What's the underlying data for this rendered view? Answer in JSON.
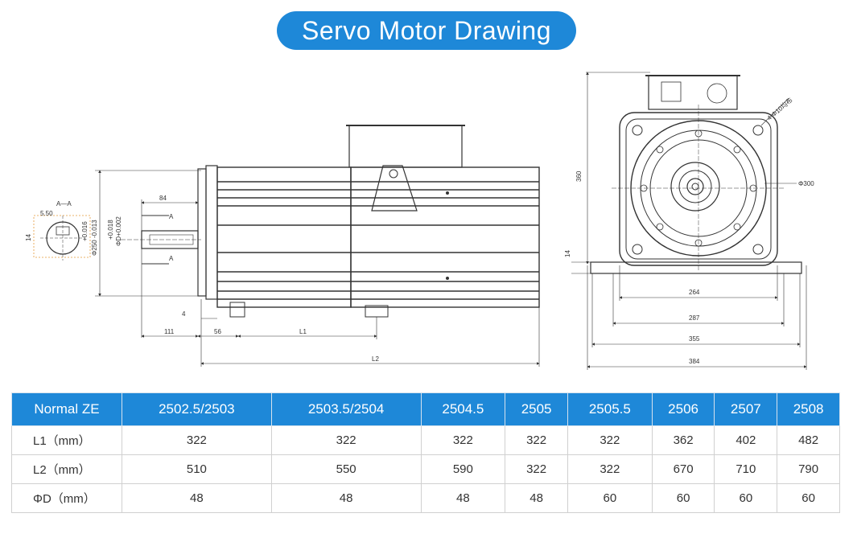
{
  "title": "Servo Motor Drawing",
  "drawing": {
    "section_label": "A—A",
    "dims": {
      "d550": "5.50",
      "d14a": "14",
      "tol1": "+0.016",
      "tol2": "-0.013",
      "dia250": "Φ250 -0.013",
      "shaft_tol": "+0.018",
      "shaft_dia": "ΦD+0.002",
      "d84": "84",
      "markA": "A",
      "d4": "4",
      "d111": "111",
      "d56": "56",
      "L1": "L1",
      "L2": "L2",
      "d360": "360",
      "d14b": "14",
      "holes": "4-Φ10均布",
      "dia300": "Φ300",
      "d264": "264",
      "d287": "287",
      "d355": "355",
      "d384": "384"
    }
  },
  "table": {
    "headers": [
      "Normal ZE",
      "2502.5/2503",
      "2503.5/2504",
      "2504.5",
      "2505",
      "2505.5",
      "2506",
      "2507",
      "2508"
    ],
    "rows": [
      [
        "L1（mm）",
        "322",
        "322",
        "322",
        "322",
        "322",
        "362",
        "402",
        "482"
      ],
      [
        "L2（mm）",
        "510",
        "550",
        "590",
        "322",
        "322",
        "670",
        "710",
        "790"
      ],
      [
        "ΦD（mm）",
        "48",
        "48",
        "48",
        "48",
        "60",
        "60",
        "60",
        "60"
      ]
    ]
  }
}
